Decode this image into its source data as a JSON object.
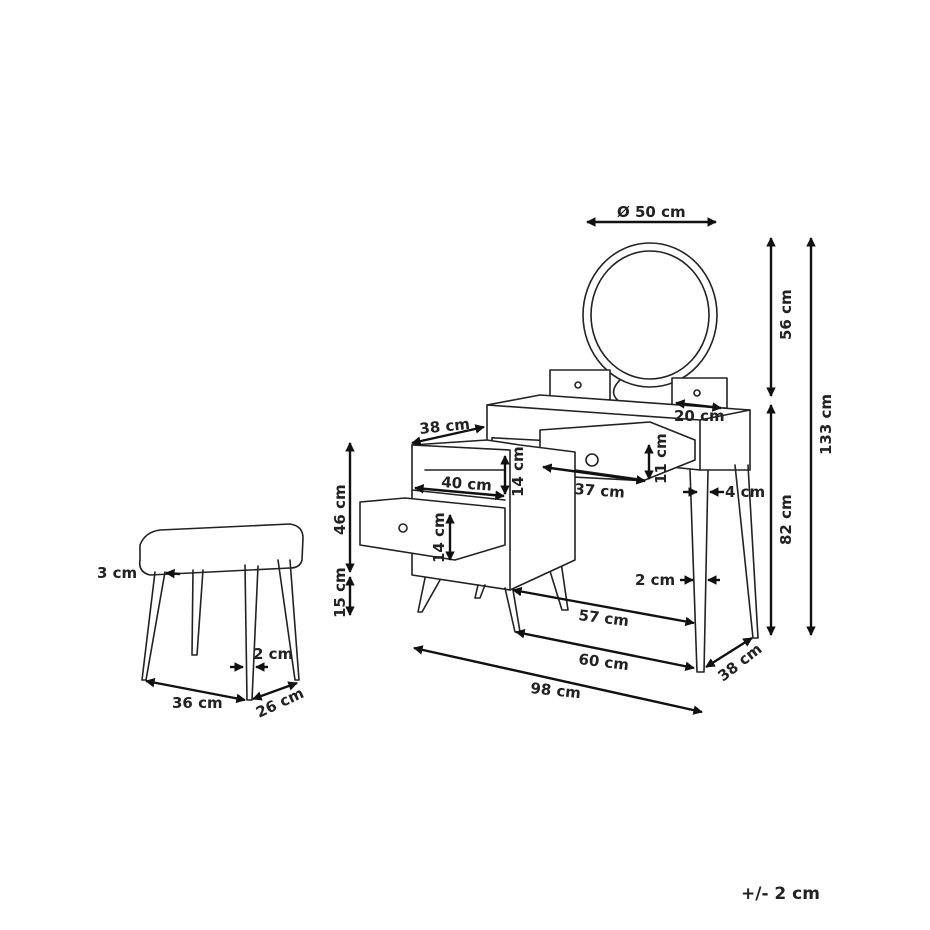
{
  "title": "Dressing table with stool - dimensions",
  "dimensions": {
    "mirror_diameter": "Ø 50 cm",
    "mirror_height": "56 cm",
    "total_height": "133 cm",
    "table_height": "82 cm",
    "small_drawer_width": "20 cm",
    "cabinet_depth": "38 cm",
    "shelf_height": "14 cm",
    "shelf_width": "40 cm",
    "top_drawer_width": "37 cm",
    "top_drawer_height": "11 cm",
    "leg_width_top": "4 cm",
    "cabinet_height": "46 cm",
    "cabinet_leg_height": "15 cm",
    "cabinet_drawer_height": "14 cm",
    "leg_width_bottom": "2 cm",
    "knee_space": "57 cm",
    "desk_width": "60 cm",
    "table_depth": "38 cm",
    "total_width": "98 cm",
    "stool_leg_top": "3 cm",
    "stool_leg_bottom": "2 cm",
    "stool_width": "36 cm",
    "stool_depth": "26 cm"
  },
  "tolerance": "+/- 2 cm"
}
